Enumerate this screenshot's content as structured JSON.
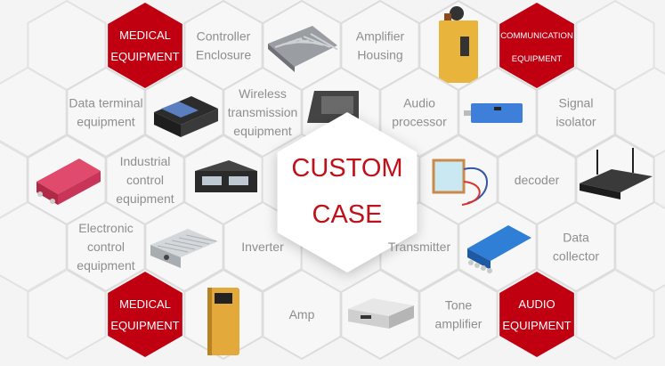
{
  "colors": {
    "background": "#f4f4f4",
    "hex_stroke": "#dcdcdc",
    "accent_red": "#c00010",
    "label_gray": "#8e8e8e"
  },
  "center": {
    "lines": [
      "CUSTOM",
      "CASE"
    ]
  },
  "cells": [
    {
      "type": "red",
      "lines": [
        "MEDICAL",
        "EQUIPMENT"
      ]
    },
    {
      "type": "text",
      "lines": [
        "Controller",
        "Enclosure"
      ]
    },
    {
      "type": "image",
      "image": "silver-finned-enclosure"
    },
    {
      "type": "text",
      "lines": [
        "Amplifier",
        "Housing"
      ]
    },
    {
      "type": "image",
      "image": "gold-amplifier-housing"
    },
    {
      "type": "red",
      "small": true,
      "lines": [
        "COMMUNICATION",
        "EQUIPMENT"
      ]
    },
    {
      "type": "text",
      "lines": [
        "Data terminal",
        "equipment"
      ]
    },
    {
      "type": "image",
      "image": "black-router-box"
    },
    {
      "type": "text",
      "lines": [
        "Wireless",
        "transmission",
        "equipment"
      ]
    },
    {
      "type": "image",
      "image": "tablet-display"
    },
    {
      "type": "text",
      "lines": [
        "Audio",
        "processor"
      ]
    },
    {
      "type": "image",
      "image": "blue-signal-module"
    },
    {
      "type": "text",
      "lines": [
        "Signal",
        "isolator"
      ]
    },
    {
      "type": "image",
      "image": "red-enclosure"
    },
    {
      "type": "text",
      "lines": [
        "Industrial",
        "control",
        "equipment"
      ]
    },
    {
      "type": "image",
      "image": "black-industrial-box"
    },
    {
      "type": "image",
      "image": "copper-module-with-cables"
    },
    {
      "type": "text",
      "lines": [
        "decoder"
      ]
    },
    {
      "type": "image",
      "image": "antenna-router"
    },
    {
      "type": "text",
      "lines": [
        "Electronic",
        "control",
        "equipment"
      ]
    },
    {
      "type": "image",
      "image": "aluminum-extrusion-box"
    },
    {
      "type": "text",
      "lines": [
        "Inverter"
      ]
    },
    {
      "type": "text",
      "lines": [
        "Transmitter"
      ]
    },
    {
      "type": "image",
      "image": "blue-video-converter"
    },
    {
      "type": "text",
      "lines": [
        "Data",
        "collector"
      ]
    },
    {
      "type": "red",
      "lines": [
        "MEDICAL",
        "EQUIPMENT"
      ]
    },
    {
      "type": "image",
      "image": "gold-tall-enclosure"
    },
    {
      "type": "text",
      "lines": [
        "Amp"
      ]
    },
    {
      "type": "image",
      "image": "silver-hifi-amp"
    },
    {
      "type": "text",
      "lines": [
        "Tone",
        "amplifier"
      ]
    },
    {
      "type": "red",
      "lines": [
        "AUDIO",
        "EQUIPMENT"
      ]
    }
  ]
}
